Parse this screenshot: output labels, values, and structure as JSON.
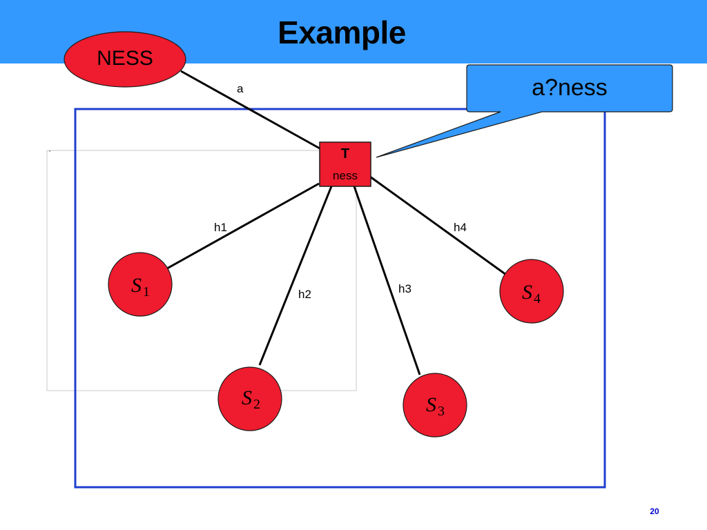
{
  "slide": {
    "title": "Example",
    "page_number": "20"
  },
  "nodes": {
    "environment": "NESS",
    "callout": "a?ness",
    "transaction_title": "T",
    "transaction_subtitle": "ness",
    "s1": {
      "letter": "S",
      "index": "1"
    },
    "s2": {
      "letter": "S",
      "index": "2"
    },
    "s3": {
      "letter": "S",
      "index": "3"
    },
    "s4": {
      "letter": "S",
      "index": "4"
    }
  },
  "edges": {
    "a": "a",
    "h1": "h1",
    "h2": "h2",
    "h3": "h3",
    "h4": "h4"
  },
  "colors": {
    "header": "#3399ff",
    "node_fill": "#ee1c2e",
    "frame": "#1f3fcf",
    "callout_fill": "#3399ff"
  }
}
